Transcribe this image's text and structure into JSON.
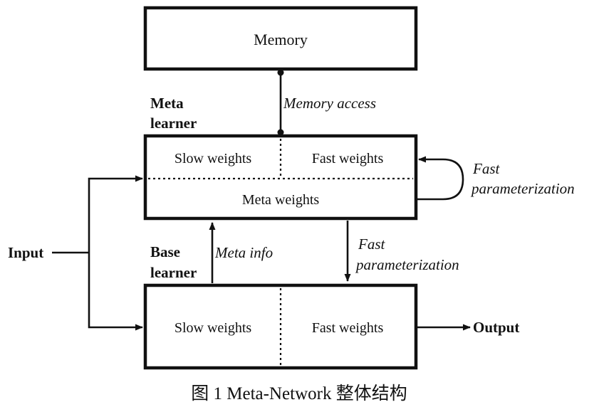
{
  "diagram": {
    "memory_box": {
      "title": "Memory"
    },
    "memory_access_label": "Memory access",
    "meta_learner": {
      "label_line1": "Meta",
      "label_line2": "learner",
      "slow_weights": "Slow weights",
      "fast_weights": "Fast weights",
      "meta_weights": "Meta weights"
    },
    "base_learner": {
      "label_line1": "Base",
      "label_line2": "learner",
      "slow_weights": "Slow weights",
      "fast_weights": "Fast weights"
    },
    "edges": {
      "input": "Input",
      "output": "Output",
      "meta_info": "Meta info",
      "fast_param_self_line1": "Fast",
      "fast_param_self_line2": "parameterization",
      "fast_param_down_line1": "Fast",
      "fast_param_down_line2": "parameterization"
    },
    "caption": "图 1 Meta-Network 整体结构"
  }
}
